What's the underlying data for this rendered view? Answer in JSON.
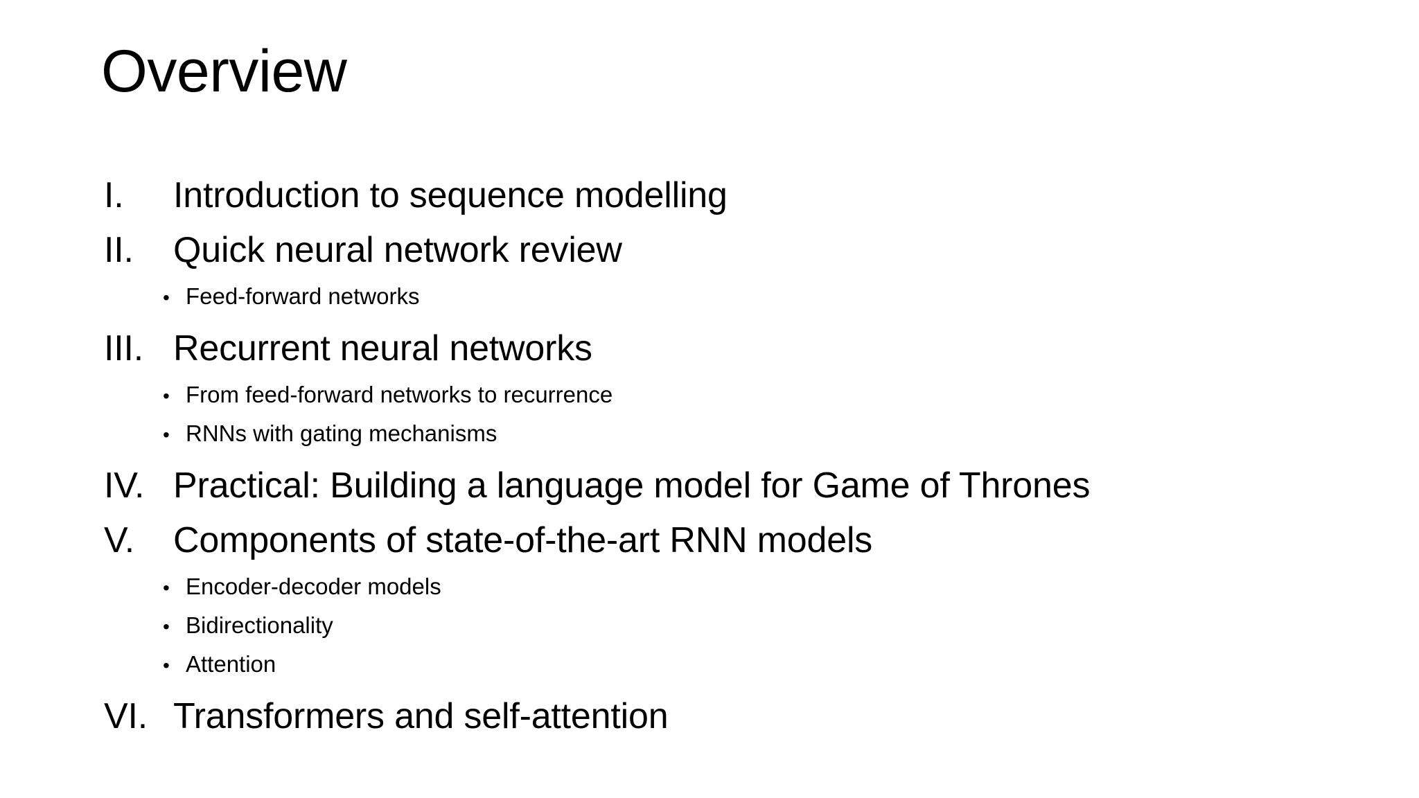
{
  "slide": {
    "title": "Overview",
    "background_color": "#ffffff",
    "text_color": "#000000",
    "bullet_glyph": "•",
    "outline": [
      {
        "numeral": "I.",
        "text": "Introduction to sequence modelling",
        "sub": []
      },
      {
        "numeral": "II.",
        "text": "Quick neural network review",
        "sub": [
          {
            "text": "Feed-forward networks"
          }
        ]
      },
      {
        "numeral": "III.",
        "text": "Recurrent neural networks",
        "sub": [
          {
            "text": "From feed-forward networks to recurrence"
          },
          {
            "text": "RNNs with gating mechanisms"
          }
        ]
      },
      {
        "numeral": "IV.",
        "text": "Practical: Building a language model for Game of Thrones",
        "sub": []
      },
      {
        "numeral": "V.",
        "text": "Components of state-of-the-art RNN models",
        "sub": [
          {
            "text": "Encoder-decoder models"
          },
          {
            "text": "Bidirectionality"
          },
          {
            "text": "Attention"
          }
        ]
      },
      {
        "numeral": "VI.",
        "text": "Transformers and self-attention",
        "sub": []
      }
    ]
  }
}
